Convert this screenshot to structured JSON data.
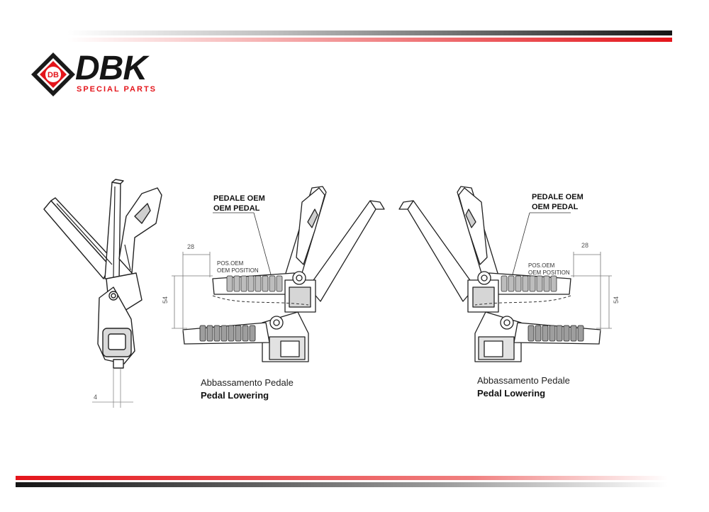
{
  "logo": {
    "brand": "DBK",
    "tagline": "SPECIAL PARTS",
    "emblem": "DB"
  },
  "colors": {
    "accent": "#e4151b",
    "dark": "#1a1a1a"
  },
  "left_figure": {
    "dimension": "4"
  },
  "middle_figure": {
    "callout_line1": "PEDALE OEM",
    "callout_line2": "OEM PEDAL",
    "pos_line1": "POS.OEM",
    "pos_line2": "OEM POSITION",
    "dim_horizontal": "28",
    "dim_vertical": "54",
    "caption_it": "Abbassamento Pedale",
    "caption_en": "Pedal Lowering"
  },
  "right_figure": {
    "callout_line1": "PEDALE OEM",
    "callout_line2": "OEM PEDAL",
    "pos_line1": "POS.OEM",
    "pos_line2": "OEM POSITION",
    "dim_horizontal": "28",
    "dim_vertical": "54",
    "caption_it": "Abbassamento Pedale",
    "caption_en": "Pedal Lowering"
  }
}
